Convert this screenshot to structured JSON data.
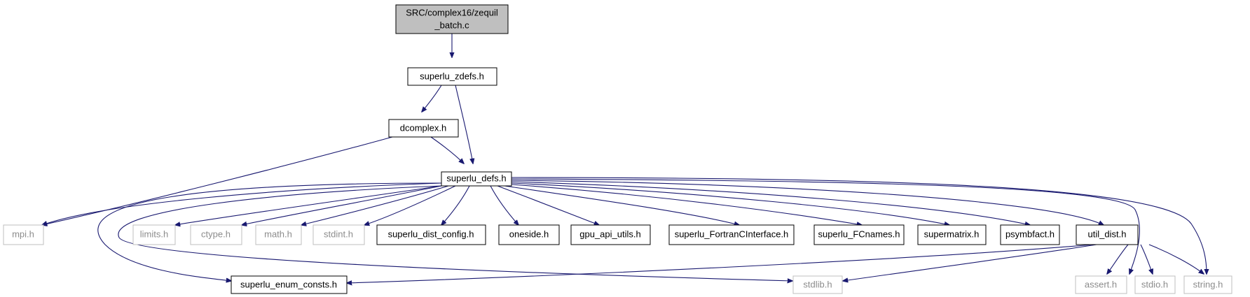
{
  "colors": {
    "edge": "#191970",
    "root_fill": "#bfbfbf",
    "node_border": "#000000",
    "external_border": "#bfbfbf",
    "external_text": "#8c8c8c",
    "text": "#000000"
  },
  "nodes": {
    "root_line1": "SRC/complex16/zequil",
    "root_line2": "_batch.c",
    "superlu_zdefs": "superlu_zdefs.h",
    "dcomplex": "dcomplex.h",
    "superlu_defs": "superlu_defs.h",
    "mpi": "mpi.h",
    "limits": "limits.h",
    "ctype": "ctype.h",
    "math": "math.h",
    "stdint": "stdint.h",
    "superlu_dist_config": "superlu_dist_config.h",
    "oneside": "oneside.h",
    "gpu_api_utils": "gpu_api_utils.h",
    "superlu_FortranCInterface": "superlu_FortranCInterface.h",
    "superlu_FCnames": "superlu_FCnames.h",
    "supermatrix": "supermatrix.h",
    "psymbfact": "psymbfact.h",
    "util_dist": "util_dist.h",
    "string": "string.h",
    "superlu_enum_consts": "superlu_enum_consts.h",
    "stdlib": "stdlib.h",
    "assert": "assert.h",
    "stdio": "stdio.h"
  }
}
